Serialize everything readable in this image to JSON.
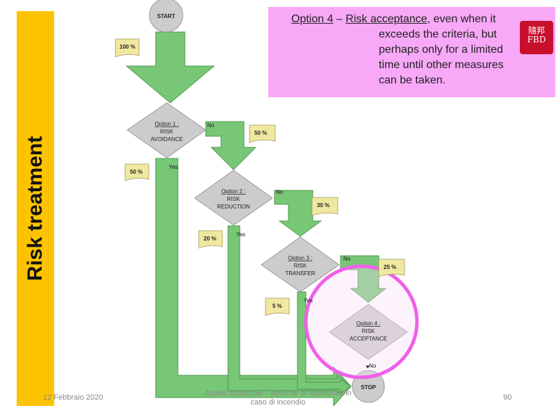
{
  "sidebar": {
    "title": "Risk treatment",
    "color": "#FDC300"
  },
  "callout": {
    "color": "#F7A8F7",
    "option_label": "Option 4",
    "dash": " – ",
    "risk_label": "Risk acceptance",
    "line1_rest": ", even when it",
    "line2": "exceeds the criteria, but",
    "line3": "perhaps only for a limited",
    "line4": "time until other measures",
    "line5": "can be taken."
  },
  "stamp": {
    "line1": "隨邦",
    "line2": "FBD"
  },
  "flowchart": {
    "start": "START",
    "stop": "STOP",
    "arrow_color": "#77C777",
    "diamond_color": "#CCCCCC",
    "note_color": "#F0E8A0",
    "highlight_color": "#F060E8",
    "options": [
      {
        "title": "Option 1 :",
        "line1": "RISK",
        "line2": "AVOIDANCE"
      },
      {
        "title": "Option 2 :",
        "line1": "RISK",
        "line2": "REDUCTION"
      },
      {
        "title": "Option 3 :",
        "line1": "RISK",
        "line2": "TRANSFER"
      },
      {
        "title": "Option 4 :",
        "line1": "RISK",
        "line2": "ACCEPTANCE"
      }
    ],
    "percentages": {
      "start": "100 %",
      "yes1": "50 %",
      "no1": "50 %",
      "yes2": "20 %",
      "no2": "30 %",
      "yes3": "5 %",
      "no3": "25 %"
    },
    "labels": {
      "yes": "Yes",
      "no": "No"
    }
  },
  "footer": {
    "date": "12 Febbraio 2020",
    "subtitle_line1": "Analisi strutturale - verifiche di resistenza in",
    "subtitle_line2": "caso di incendio",
    "page": "90"
  }
}
